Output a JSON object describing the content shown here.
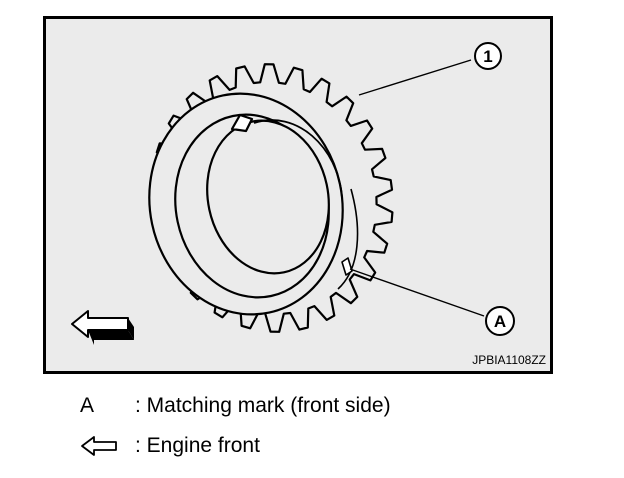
{
  "figure": {
    "code": "JPBIA1108ZZ",
    "callouts": {
      "part": "1",
      "mark": "A"
    }
  },
  "legend": [
    {
      "key": "A",
      "icon": "outline-arrow-left-icon",
      "description": ": Matching mark (front side)"
    },
    {
      "key": "",
      "icon": "outline-arrow-left-icon",
      "description": ": Engine front"
    }
  ],
  "colors": {
    "background": "#ebebeb",
    "line": "#000000"
  }
}
